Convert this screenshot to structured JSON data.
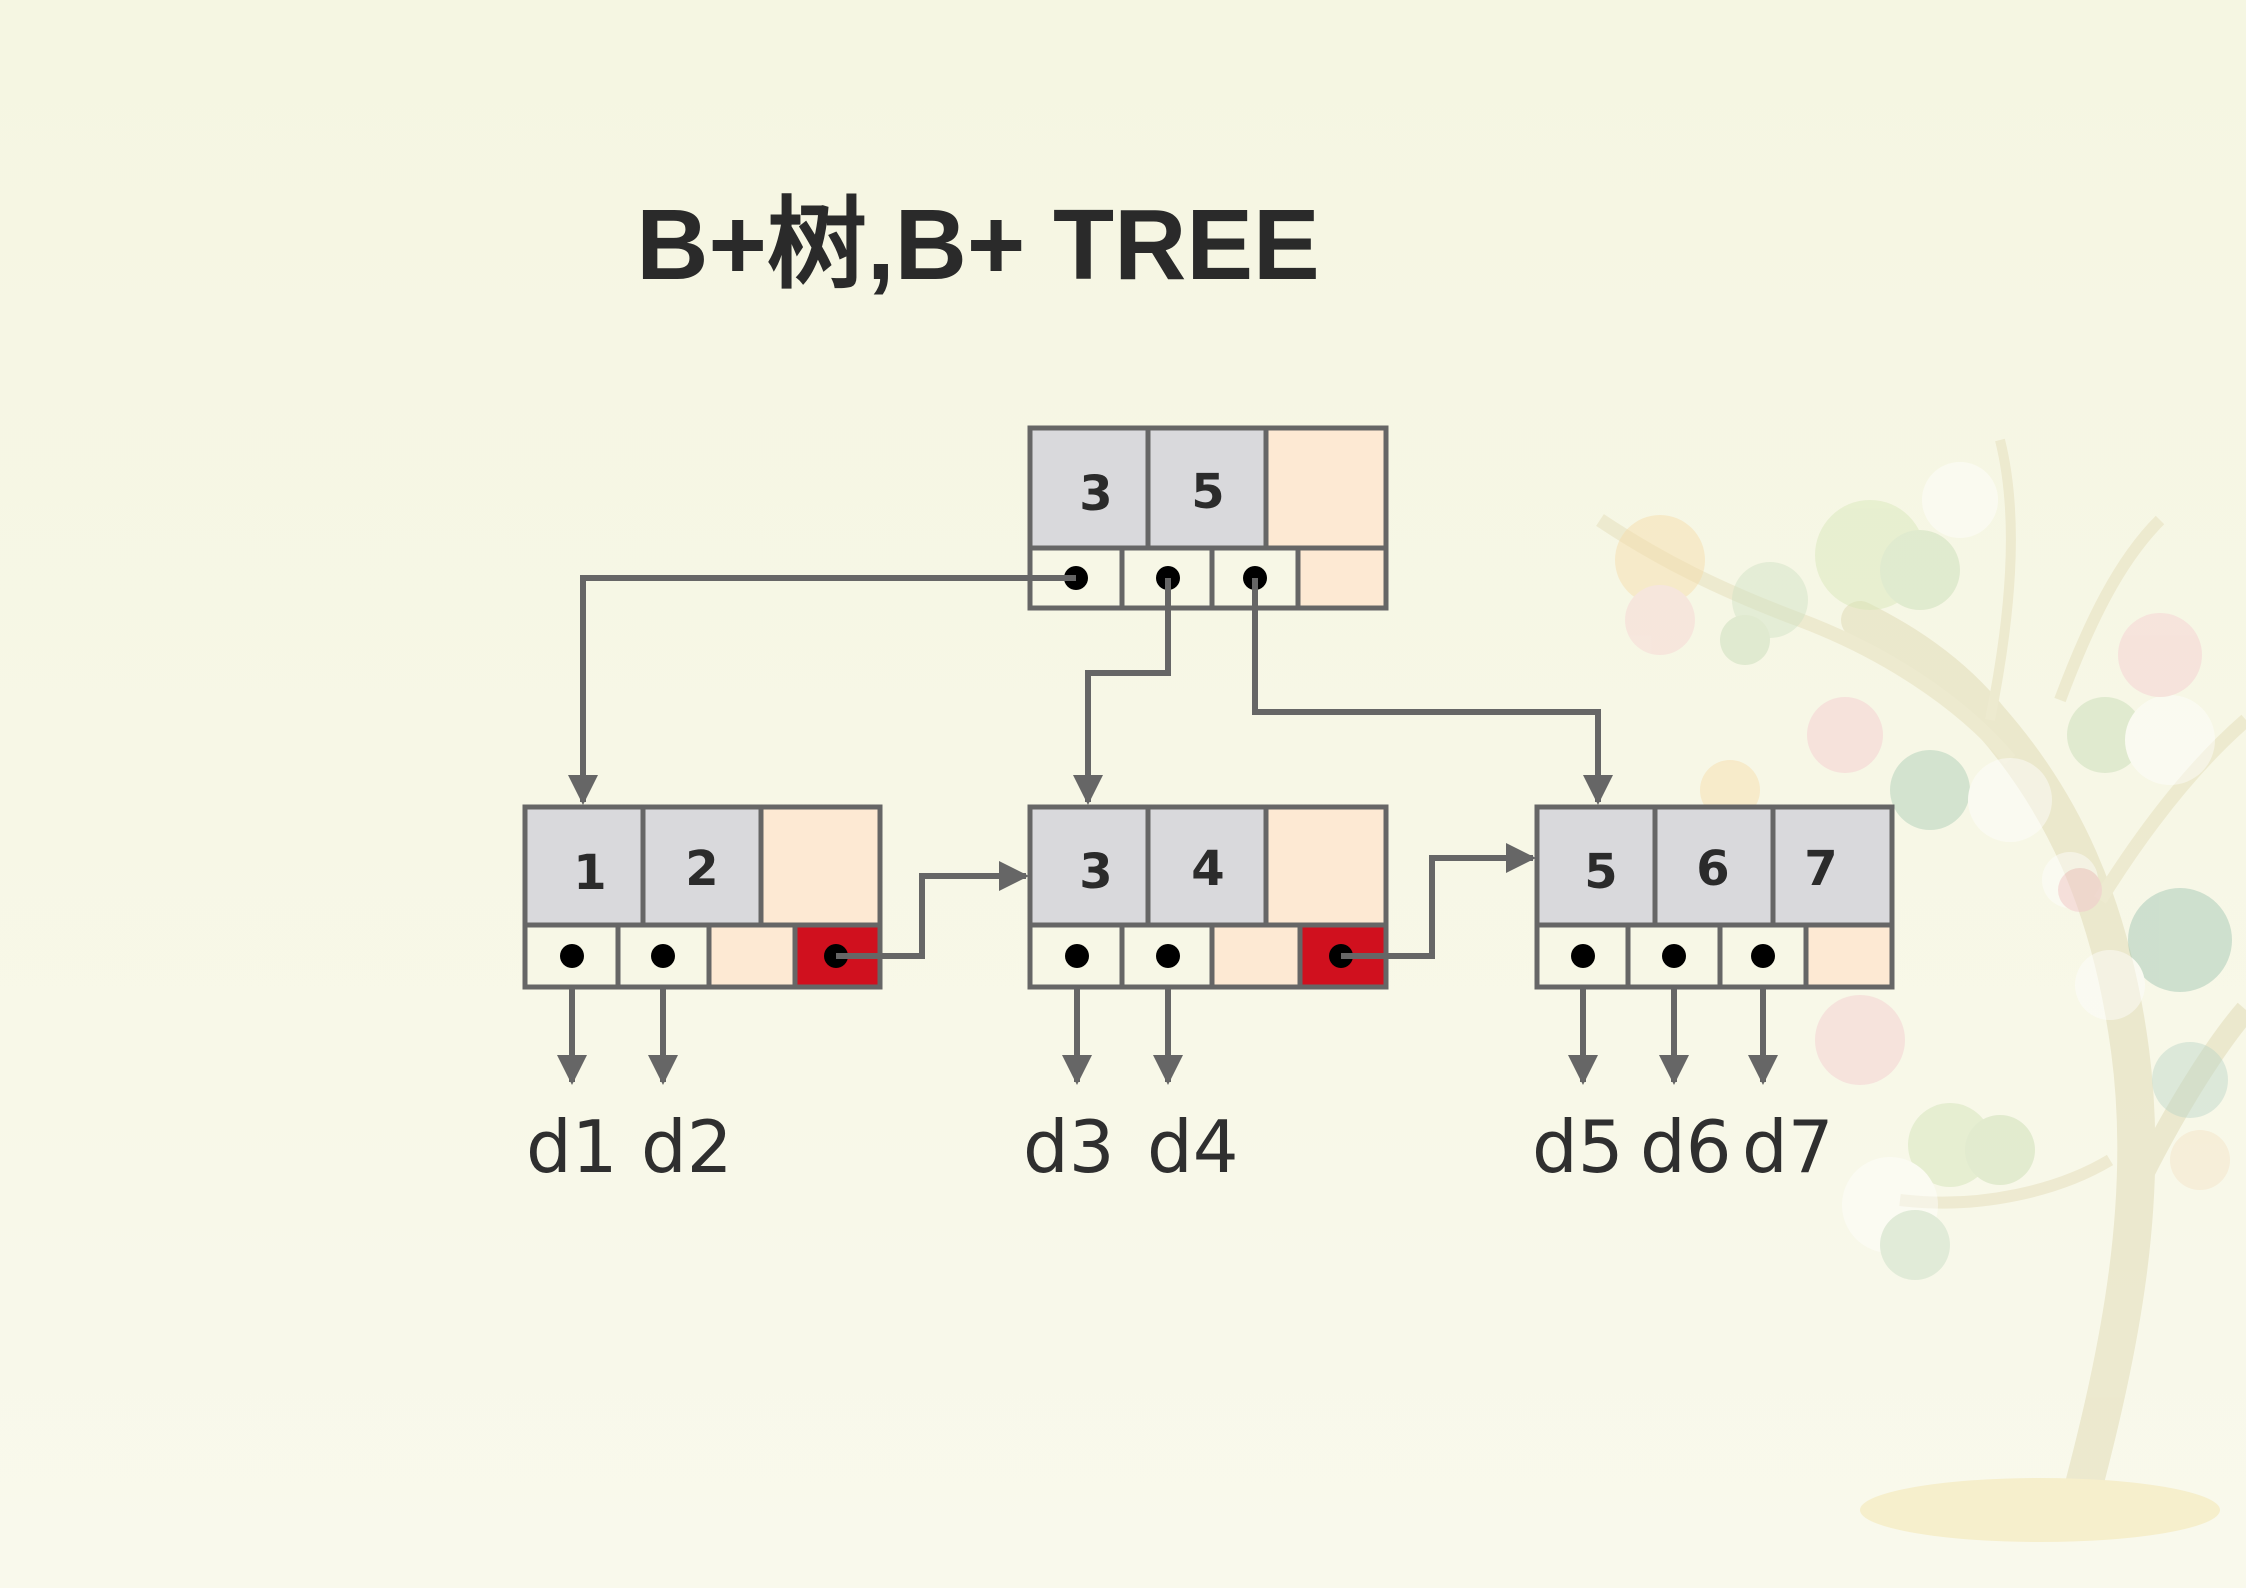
{
  "title": "B+树,B+ TREE",
  "colors": {
    "key_cell": "#d9d9dc",
    "empty_cell": "#fde9d3",
    "pointer_cell": "#f7f7e6",
    "next_pointer": "#d0101e",
    "border": "#666666"
  },
  "root": {
    "keys": [
      "3",
      "5"
    ]
  },
  "leaves": [
    {
      "keys": [
        "1",
        "2"
      ],
      "data": [
        "d1",
        "d2"
      ]
    },
    {
      "keys": [
        "3",
        "4"
      ],
      "data": [
        "d3",
        "d4"
      ]
    },
    {
      "keys": [
        "5",
        "6",
        "7"
      ],
      "data": [
        "d5",
        "d6",
        "d7"
      ]
    }
  ]
}
